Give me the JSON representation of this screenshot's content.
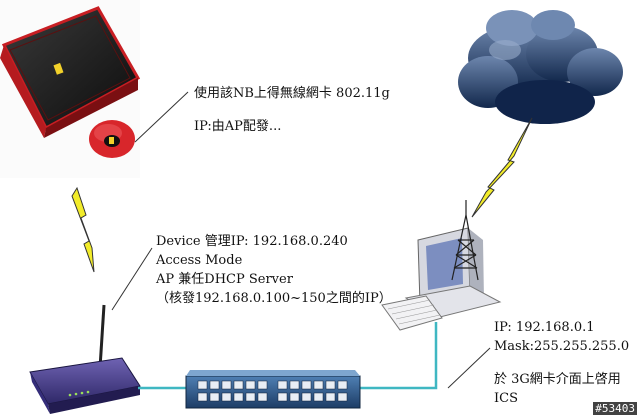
{
  "laptop_note": {
    "line1": "使用該NB上得無線網卡 802.11g",
    "line2": "IP:由AP配發..."
  },
  "ap_note": {
    "line1": "Device 管理IP: 192.168.0.240",
    "line2": "Access Mode",
    "line3": "AP 兼任DHCP Server",
    "line4": "（核發192.168.0.100~150之間的IP）"
  },
  "pc_note": {
    "line1": "IP: 192.168.0.1",
    "line2": "Mask:255.255.255.0",
    "line3": "於 3G網卡介面上啓用",
    "line4": "ICS"
  },
  "watermark": "#53403",
  "colors": {
    "link_cable": "#3fb7c2",
    "lightning": "#f2ec2a",
    "cloud": "#2b4a77",
    "router_body": "#4a3f8c",
    "switch_body": "#2c5a8c",
    "laptop_accent": "#e3262a"
  }
}
